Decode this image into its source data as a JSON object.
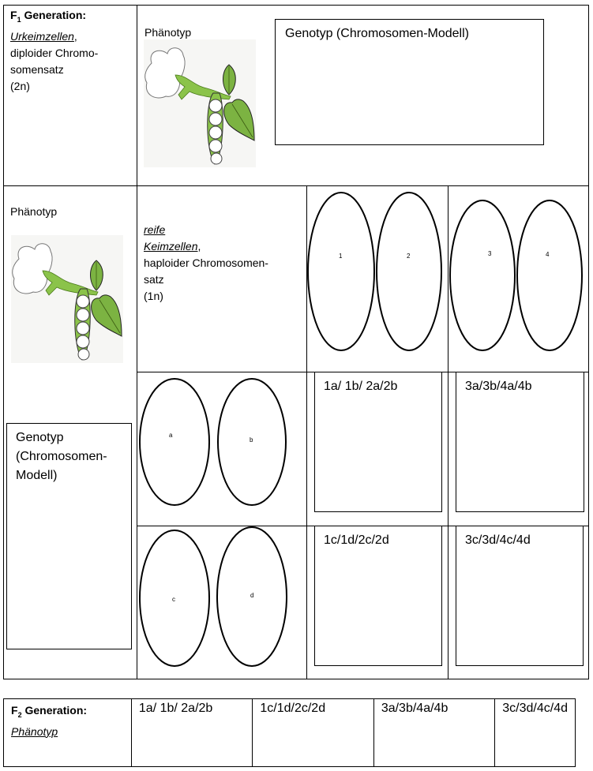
{
  "f1": {
    "title": "F",
    "title_sub": "1",
    "title_rest": " Generation:",
    "cell_label_italic": "Urkeimzellen",
    "cell_label_comma": ",",
    "line2": "diploider Chromo-",
    "line3": "somensatz",
    "line4": "(2n)",
    "phenotype_label": "Phänotyp",
    "genotype_box_label": "Genotyp (Chromosomen-Modell)"
  },
  "left": {
    "phenotype_label": "Phänotyp",
    "genotype_line1": "Genotyp",
    "genotype_line2": "(Chromosomen-",
    "genotype_line3": "Modell)"
  },
  "gametes": {
    "line1": "reife",
    "line2": "Keimzellen",
    "line2_comma": ",",
    "line3": "haploider Chromosomen-",
    "line4": "satz",
    "line5": "(1n)"
  },
  "chromosomes": {
    "numbers": [
      "1",
      "2",
      "3",
      "4"
    ],
    "letters": [
      "a",
      "b",
      "c",
      "d"
    ]
  },
  "combos": [
    "1a/ 1b/ 2a/2b",
    "3a/3b/4a/4b",
    "1c/1d/2c/2d",
    "3c/3d/4c/4d"
  ],
  "f2": {
    "title": "F",
    "title_sub": "2",
    "title_rest": " Generation:",
    "subtitle": "Phänotyp",
    "columns": [
      "1a/ 1b/ 2a/2b",
      "1c/1d/2c/2d",
      "3a/3b/4a/4b",
      "3c/3d/4c/4d"
    ]
  }
}
